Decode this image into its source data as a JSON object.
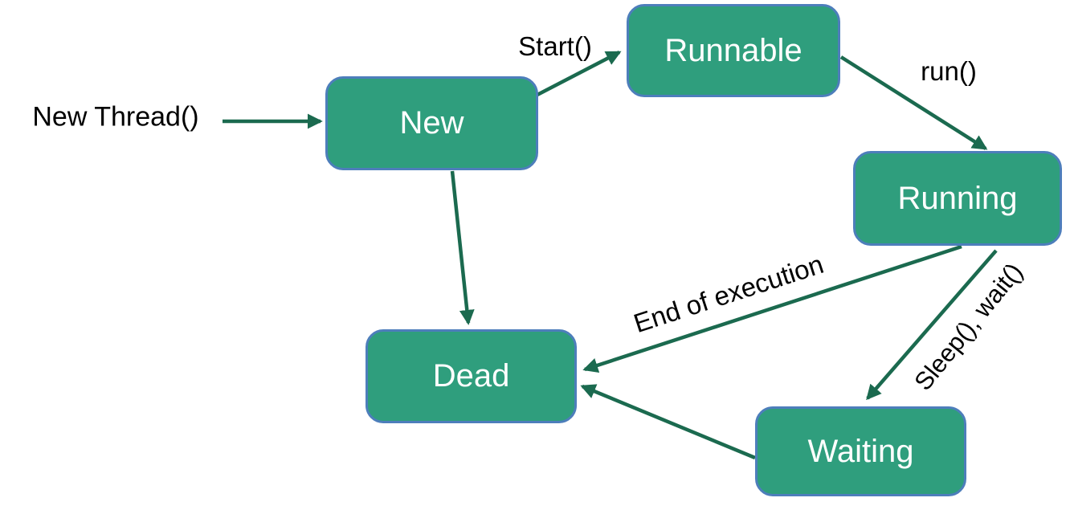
{
  "diagram": {
    "type": "state-diagram",
    "subject": "thread-life-cycle",
    "nodes": [
      {
        "id": "new",
        "label": "New"
      },
      {
        "id": "runnable",
        "label": "Runnable"
      },
      {
        "id": "running",
        "label": "Running"
      },
      {
        "id": "dead",
        "label": "Dead"
      },
      {
        "id": "waiting",
        "label": "Waiting"
      }
    ],
    "edges": [
      {
        "from": "external",
        "to": "new",
        "label": "New Thread()"
      },
      {
        "from": "new",
        "to": "runnable",
        "label": "Start()"
      },
      {
        "from": "runnable",
        "to": "running",
        "label": "run()"
      },
      {
        "from": "running",
        "to": "dead",
        "label": "End of execution"
      },
      {
        "from": "running",
        "to": "waiting",
        "label": "Sleep(), wait()"
      },
      {
        "from": "waiting",
        "to": "dead",
        "label": ""
      },
      {
        "from": "new",
        "to": "dead",
        "label": ""
      }
    ],
    "colors": {
      "node_fill": "#2F9E7D",
      "node_border": "#4D7EBB",
      "node_text": "#FFFFFF",
      "arrow": "#1B6A4F",
      "label_text": "#000000",
      "background": "#FFFFFF"
    }
  }
}
